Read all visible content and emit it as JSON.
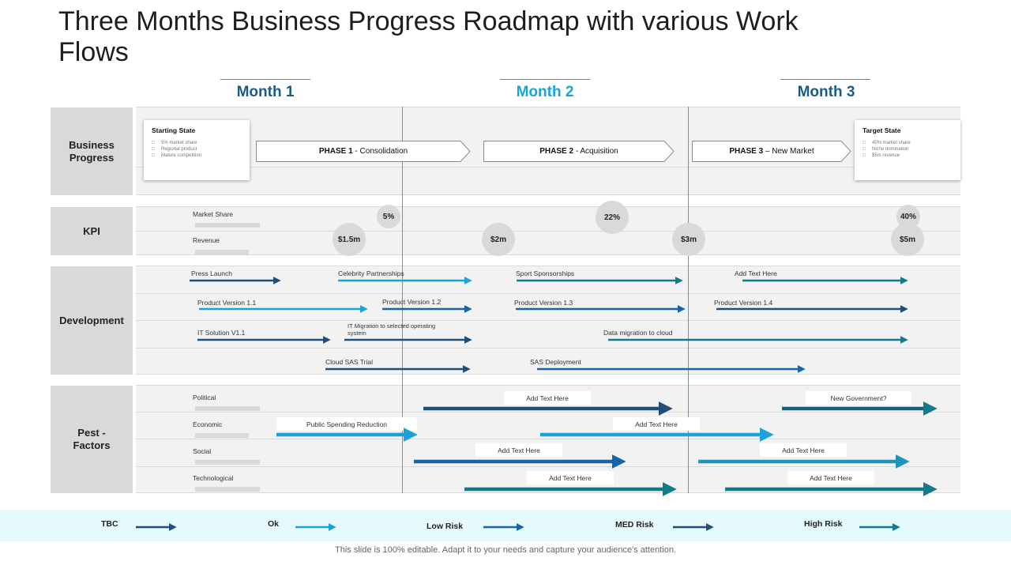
{
  "title": "Three Months Business Progress Roadmap with various Work Flows",
  "colors": {
    "dark_navy": "#1f4e79",
    "cyan": "#1aa3d9",
    "blue": "#1565a8",
    "teal": "#117a8b",
    "month_dark": "#1a5c85",
    "month_cyan": "#1aa3d9"
  },
  "months": [
    "Month 1",
    "Month 2",
    "Month 3"
  ],
  "rows": {
    "business": "Business Progress",
    "kpi": "KPI",
    "development": "Development",
    "pest": "Pest - Factors"
  },
  "starting_state": {
    "title": "Starting State",
    "items": [
      "5% market share",
      "Regional product",
      "Mature competition"
    ]
  },
  "target_state": {
    "title": "Target State",
    "items": [
      "40% market share",
      "Niche domination",
      "$5m revenue"
    ]
  },
  "phases": [
    {
      "num": "PHASE 1",
      "name": " - Consolidation"
    },
    {
      "num": "PHASE 2",
      "name": " - Acquisition"
    },
    {
      "num": "PHASE 3",
      "name": " – New Market"
    }
  ],
  "kpi": {
    "market_share_label": "Market Share",
    "revenue_label": "Revenue",
    "market_share_values": [
      "5%",
      "22%",
      "40%"
    ],
    "revenue_values": [
      "$1.5m",
      "$2m",
      "$3m",
      "$5m"
    ]
  },
  "development": {
    "press_launch": "Press Launch",
    "celebrity": "Celebrity Partnerships",
    "sport": "Sport Sponsorships",
    "add_text": "Add Text Here",
    "pv11": "Product Version 1.1",
    "pv12": "Product Version 1.2",
    "pv13": "Product Version 1.3",
    "pv14": "Product Version 1.4",
    "it_solution": "IT Solution V1.1",
    "it_migration": "IT Migration to selected operating system",
    "data_migration": "Data migration to cloud",
    "cloud_sas": "Cloud SAS Trial",
    "sas_deployment": "SAS Deployment"
  },
  "pest": {
    "political": "Political",
    "economic": "Economic",
    "social": "Social",
    "technological": "Technological",
    "add_text": "Add Text Here",
    "new_government": "New Government?",
    "public_spending": "Public Spending Reduction"
  },
  "legend": [
    "TBC",
    "Ok",
    "Low Risk",
    "MED Risk",
    "High Risk"
  ],
  "footer": "This slide is 100% editable. Adapt it to your needs and capture your audience's attention."
}
